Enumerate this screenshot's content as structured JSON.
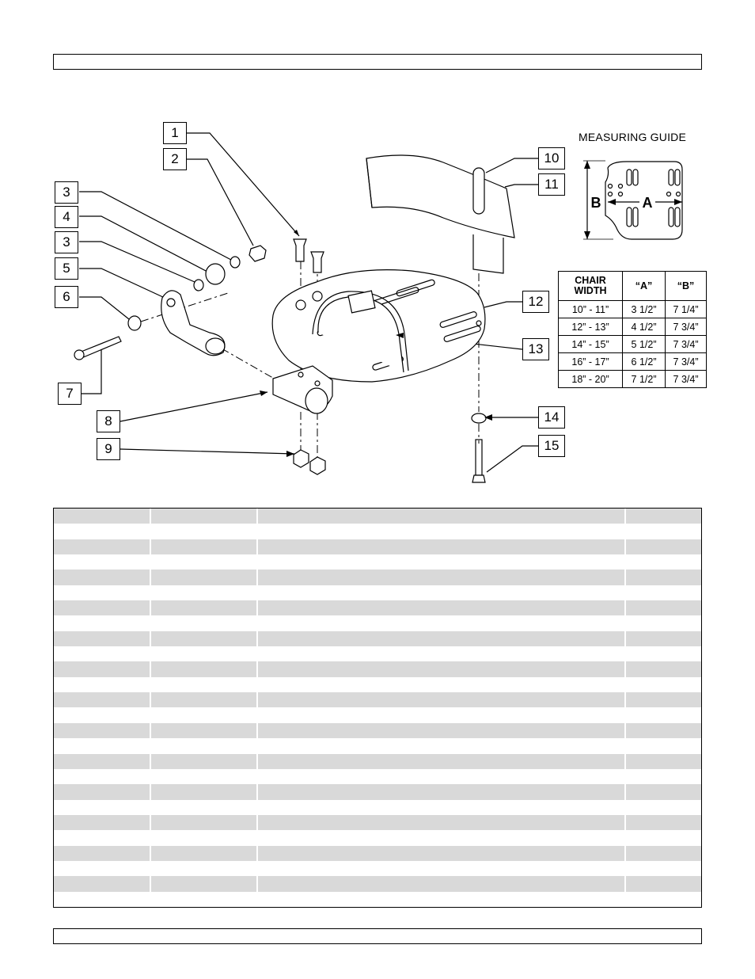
{
  "header": {
    "text": ""
  },
  "footer": {
    "text": ""
  },
  "callouts": [
    "1",
    "2",
    "3",
    "4",
    "3",
    "5",
    "6",
    "7",
    "8",
    "9",
    "10",
    "11",
    "12",
    "13",
    "14",
    "15"
  ],
  "measuring_guide": {
    "title": "MEASURING GUIDE",
    "dim_a": "A",
    "dim_b": "B"
  },
  "measure_table": {
    "headers": [
      "CHAIR WIDTH",
      "“A”",
      "“B”"
    ],
    "rows": [
      [
        "10” - 11”",
        "3 1/2”",
        "7 1/4”"
      ],
      [
        "12” - 13”",
        "4 1/2”",
        "7 3/4”"
      ],
      [
        "14” - 15”",
        "5 1/2”",
        "7 3/4”"
      ],
      [
        "16” - 17”",
        "6 1/2”",
        "7 3/4”"
      ],
      [
        "18” - 20”",
        "7 1/2”",
        "7 3/4”"
      ]
    ]
  },
  "parts_table": {
    "row_count": 26,
    "shade_color": "#d9d9d9"
  }
}
